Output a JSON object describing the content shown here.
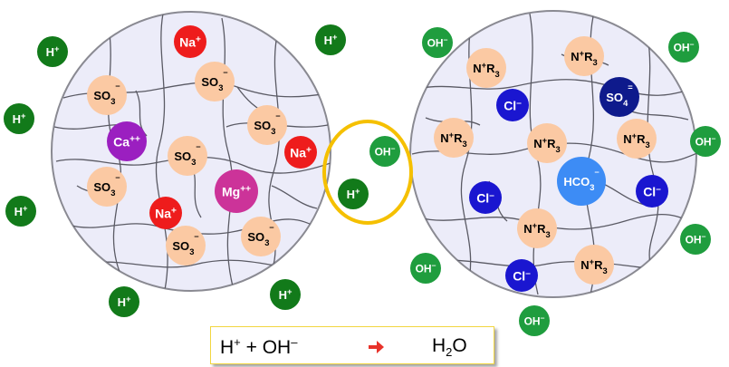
{
  "h_plus": {
    "base": "H",
    "sup": "+"
  },
  "oh_minus": {
    "base": "OH",
    "sup": "–"
  },
  "na_plus": {
    "base": "Na",
    "sup": "+"
  },
  "so3_minus": {
    "base": "SO",
    "sub": "3",
    "sup": "–"
  },
  "ca_pp": {
    "base": "Ca",
    "sup": "++"
  },
  "mg_pp": {
    "base": "Mg",
    "sup": "++"
  },
  "cl_minus": {
    "base": "Cl",
    "sup": "–"
  },
  "nr3_plus": {
    "pre": "N",
    "sup": "+",
    "post": "R",
    "sub": "3"
  },
  "so4_eq": {
    "base": "SO",
    "sub": "4",
    "sup": "="
  },
  "hco3_minus": {
    "base": "HCO",
    "sub": "3",
    "sup": "–"
  },
  "equation": {
    "lhs_h": "H",
    "lhs_h_sup": "+",
    "lhs_plus": " + ",
    "lhs_oh": "OH",
    "lhs_oh_sup": "–",
    "rhs_h": "H",
    "rhs_sub": "2",
    "rhs_o": "O"
  },
  "colors": {
    "h_ion": "#127a1a",
    "oh_ion": "#1f9d3e",
    "na_ion": "#ee1c1c",
    "so3_ion": "#fbc9a3",
    "ca_ion": "#9b1fc0",
    "mg_ion": "#cc3399",
    "cl_ion": "#1a16d0",
    "nr3_ion": "#fbc9a3",
    "so4_ion": "#0e1a8c",
    "hco3_ion": "#3d8cf5",
    "bead_fill": "#ececf9",
    "bead_stroke": "#8a8a92",
    "ellipse": "#f5c000",
    "arrow": "#e8322a"
  }
}
